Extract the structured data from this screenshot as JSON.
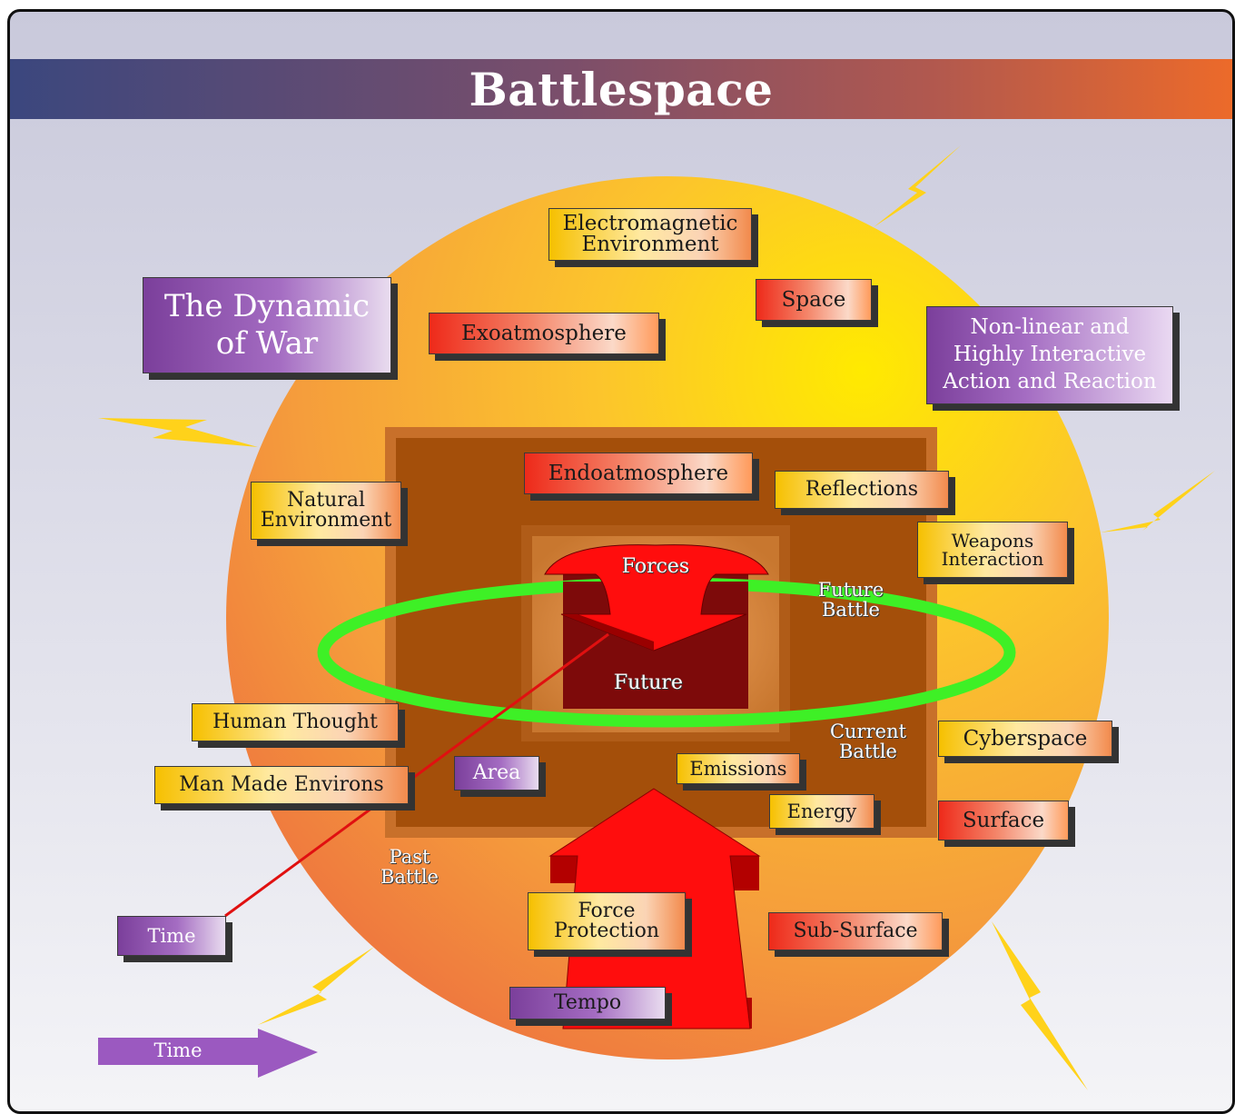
{
  "title": "Battlespace",
  "callouts": {
    "dynamic_of_war": "The Dynamic\nof War",
    "nonlinear": "Non-linear and\nHighly Interactive\nAction and Reaction"
  },
  "domains": {
    "electromagnetic": "Electromagnetic\nEnvironment",
    "space": "Space",
    "exoatmosphere": "Exoatmosphere",
    "endoatmosphere": "Endoatmosphere",
    "reflections": "Reflections",
    "natural_environment": "Natural\nEnvironment",
    "weapons_interaction": "Weapons\nInteraction",
    "human_thought": "Human Thought",
    "man_made_environs": "Man Made Environs",
    "area": "Area",
    "emissions": "Emissions",
    "cyberspace": "Cyberspace",
    "energy": "Energy",
    "surface": "Surface",
    "force_protection": "Force\nProtection",
    "sub_surface": "Sub-Surface",
    "tempo": "Tempo",
    "time_box": "Time",
    "time_arrow": "Time"
  },
  "labels": {
    "forces": "Forces",
    "future": "Future",
    "future_battle": "Future\nBattle",
    "current_battle": "Current\nBattle",
    "past_battle": "Past\nBattle"
  },
  "colors": {
    "sphere_center": "#ffe600",
    "sphere_edge": "#f07a3a",
    "battle_box": "#a44f0a",
    "ring": "#3ef026",
    "arrow_red": "#ff0d0d",
    "bolt": "#ffd21a"
  }
}
